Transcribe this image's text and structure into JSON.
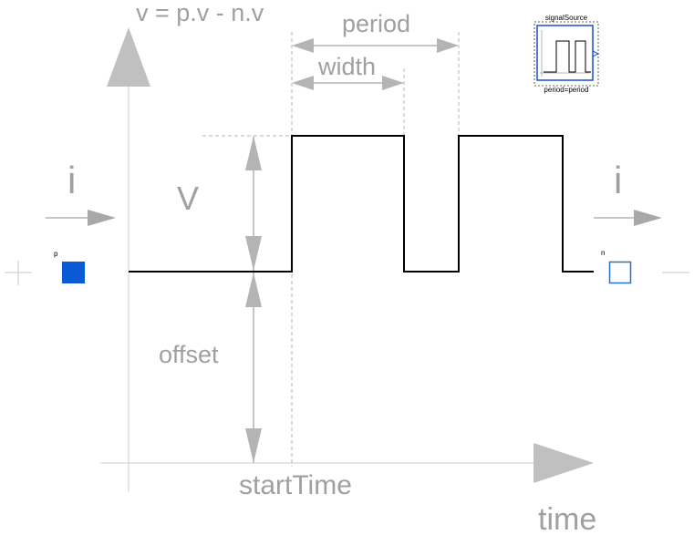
{
  "labels": {
    "voltage": "v = p.v - n.v",
    "period": "period",
    "width": "width",
    "current_left": "i",
    "current_right": "i",
    "amplitude": "V",
    "offset": "offset",
    "start_time": "startTime",
    "time_axis": "time"
  },
  "pins": {
    "positive": "p",
    "negative": "n"
  },
  "icon": {
    "name": "signalSource",
    "parameter": "period=period"
  },
  "colors": {
    "signal": "#000000",
    "annotation": "#b4b4b4",
    "pin_positive": "#0a5ad6",
    "pin_negative": "#2d6fd0",
    "icon_frame": "#1a4fcf"
  }
}
